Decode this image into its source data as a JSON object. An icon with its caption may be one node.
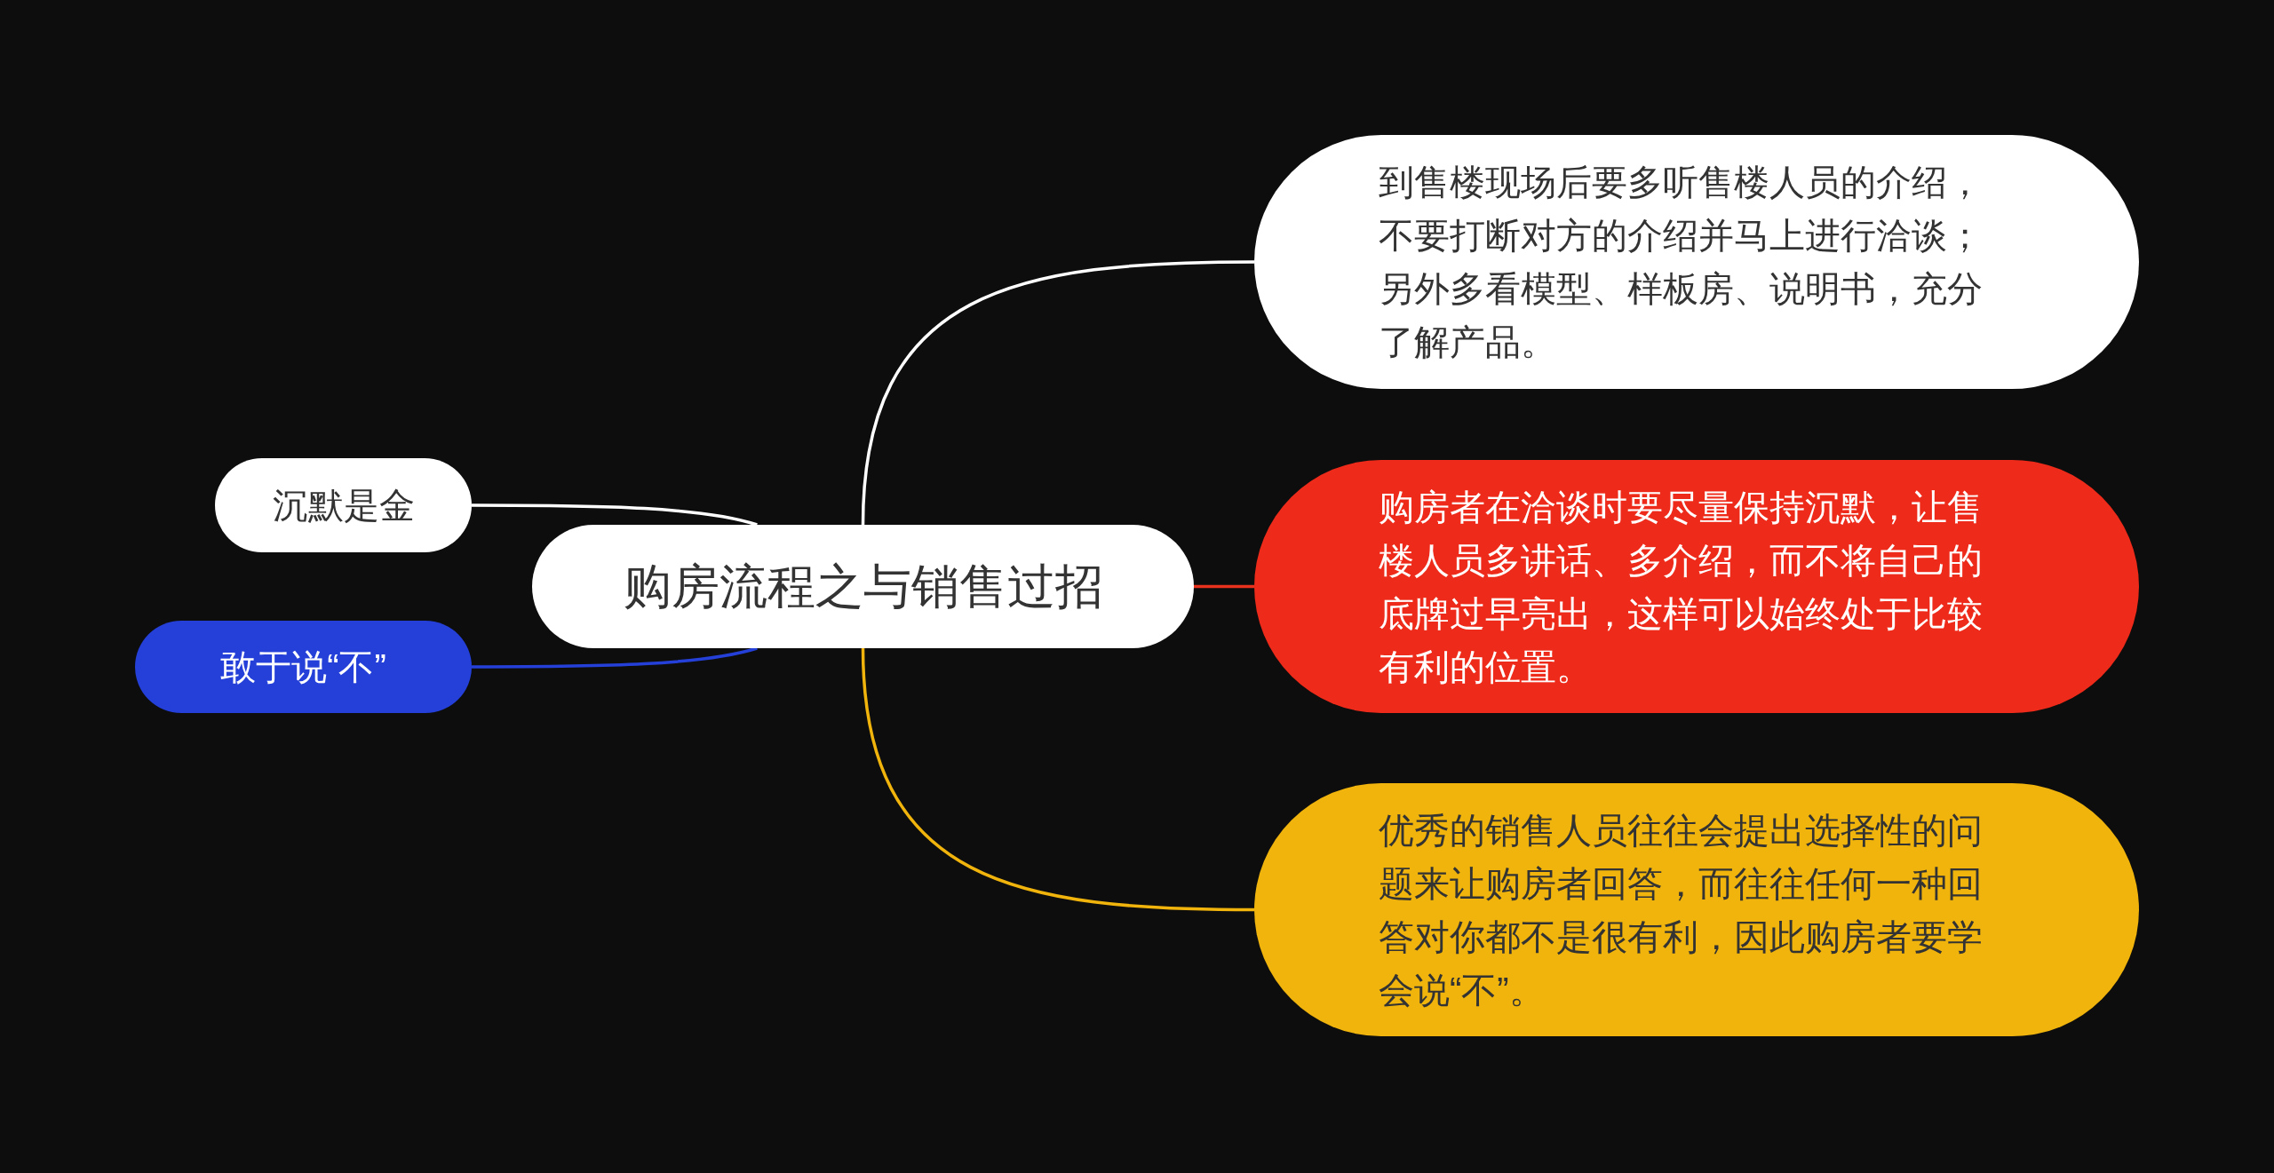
{
  "diagram": {
    "nodes": [
      {
        "text": [
          "购房流程之与销售过招"
        ]
      },
      {
        "text": [
          "到售楼现场后要多听售楼人员的介绍，不要打断对方的介绍并马上进行洽谈；另外多看模型、样板房、说明书，充分了解产品。"
        ]
      },
      {
        "text": [
          "购房者在洽谈时要尽量保持沉默，让售楼人员多讲话、多介绍，而不将自己的底牌过早亮出，这样可以始终处于比较有利的位置。"
        ]
      },
      {
        "text": [
          "优秀的销售人员往往会提出选择性的问题来让购房者回答，而往往任何一种回答对你都不是很有利，因此购房者要学会说“不”。"
        ]
      },
      {
        "text": [
          "沉默是金"
        ]
      },
      {
        "text": [
          "敢于说“不”"
        ]
      }
    ],
    "edges": [
      {
        "from": 0,
        "to": 1,
        "arrow": "none",
        "color": "#ffffff"
      },
      {
        "from": 0,
        "to": 2,
        "arrow": "none",
        "color": "#e8321e"
      },
      {
        "from": 0,
        "to": 3,
        "arrow": "none",
        "color": "#f0b40c"
      },
      {
        "from": 0,
        "to": 4,
        "arrow": "none",
        "color": "#ffffff"
      },
      {
        "from": 0,
        "to": 5,
        "arrow": "none",
        "color": "#2440d8"
      }
    ]
  }
}
